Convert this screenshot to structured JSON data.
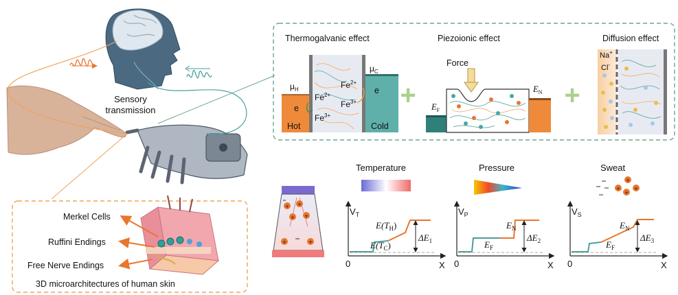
{
  "left": {
    "sensory_line1": "Sensory",
    "sensory_line2": "transmission",
    "skin_labels": [
      "Merkel Cells",
      "Ruffini Endings",
      "Free Nerve Endings"
    ],
    "skin_caption": "3D microarchitectures of human skin"
  },
  "mechanisms": {
    "thermo": {
      "title": "Thermogalvanic effect",
      "mu_h": "μ",
      "mu_h_sub": "H",
      "mu_c": "μ",
      "mu_c_sub": "C",
      "e_left": "e",
      "e_right": "e",
      "fe2_left": "Fe",
      "fe2_left_sup": "2+",
      "fe3_left": "Fe",
      "fe3_left_sup": "3+",
      "fe2_right": "Fe",
      "fe2_right_sup": "2+",
      "fe3_right": "Fe",
      "fe3_right_sup": "3+",
      "hot": "Hot",
      "cold": "Cold"
    },
    "piezo": {
      "title": "Piezoionic effect",
      "force": "Force",
      "ef": "E",
      "ef_sub": "F",
      "en": "E",
      "en_sub": "N"
    },
    "diffusion": {
      "title": "Diffusion effect",
      "na": "Na",
      "na_sup": "+",
      "cl": "Cl",
      "cl_sup": "-"
    },
    "plus": "+"
  },
  "stimuli": {
    "temperature": "Temperature",
    "pressure": "Pressure",
    "sweat": "Sweat"
  },
  "graphs": [
    {
      "ylabel": "V",
      "ylabel_sub": "T",
      "origin": "0",
      "xlabel": "X",
      "upper": "E",
      "upper_paren": "(T",
      "upper_sub": "H",
      "upper_close": ")",
      "lower": "E",
      "lower_paren": "(T",
      "lower_sub": "C",
      "lower_close": ")",
      "delta": "ΔE",
      "delta_sub": "1"
    },
    {
      "ylabel": "V",
      "ylabel_sub": "P",
      "origin": "0",
      "xlabel": "X",
      "upper": "E",
      "upper_sub": "N",
      "lower": "E",
      "lower_sub": "F",
      "delta": "ΔE",
      "delta_sub": "2"
    },
    {
      "ylabel": "V",
      "ylabel_sub": "S",
      "origin": "0",
      "xlabel": "X",
      "upper": "E",
      "upper_sub": "N",
      "lower": "E",
      "lower_sub": "F",
      "delta": "ΔE",
      "delta_sub": "3"
    }
  ],
  "colors": {
    "teal": "#4a9f9a",
    "orange": "#e8762c",
    "green_plus": "#a9d18e",
    "dash_green": "#6aa593",
    "dash_orange": "#f0a35a"
  }
}
